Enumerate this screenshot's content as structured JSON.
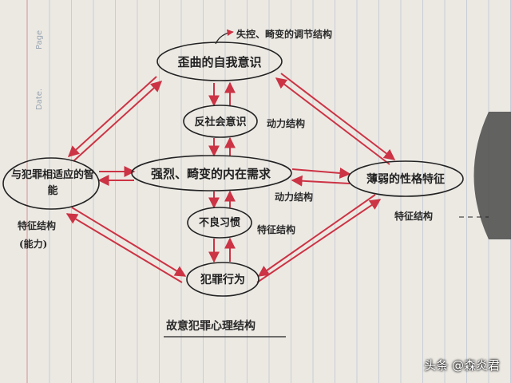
{
  "nodes": {
    "distorted_self": "歪曲的自我意识",
    "anti_social": "反社会意识",
    "strong_desire": "强烈、畸变的内在需求",
    "crime_skill": "与犯罪相适应的智能",
    "bad_habit": "不良习惯",
    "weak_personality": "薄弱的性格特征",
    "crime_act": "犯罪行为"
  },
  "annotations": {
    "top_note": "失控、畸变的调节结构",
    "dynamic_1": "动力结构",
    "dynamic_2": "动力结构",
    "feature_center": "特征结构",
    "feature_right": "特征结构",
    "feature_left": "特征结构",
    "ability": "(能力)",
    "footer_title": "故意犯罪心理结构"
  },
  "margin_labels": {
    "page": "Page",
    "date": "Date."
  },
  "watermark": "头条 @森炎君",
  "colors": {
    "arrow": "#cc3344",
    "paper": "#ece9e3",
    "grid": "#c8cdd6",
    "margin_line": "#d8a0a0",
    "ink": "#222222"
  }
}
